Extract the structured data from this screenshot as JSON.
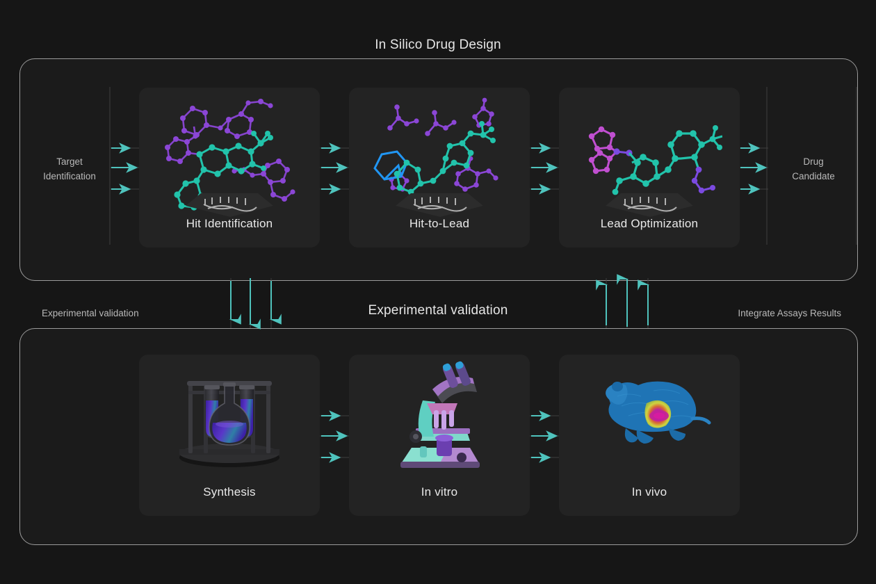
{
  "theme": {
    "background": "#161616",
    "panel_bg": "#1b1b1b",
    "panel_border": "#9b9b9b",
    "card_bg": "#232323",
    "accent_teal": "#4fc3bd",
    "rule_gray": "#4a4a4a",
    "text_primary": "#e9e9e9",
    "text_muted": "#b9b9b9",
    "molecule_teal": "#22c3ab",
    "molecule_purple": "#8b46d6",
    "flask_purple": "#4c2fae",
    "mouse_blue": "#1f74b5",
    "heat_yellow": "#d8d93a",
    "heat_magenta": "#c3219c"
  },
  "titles": {
    "top": "In Silico Drug Design",
    "middle": "Experimental validation"
  },
  "edge_labels": {
    "target_identification": "Target\nIdentification",
    "drug_candidate": "Drug\nCandidate",
    "experimental_validation": "Experimental validation",
    "integrate_assays_results": "Integrate Assays Results"
  },
  "top_row": {
    "cards": [
      {
        "label": "Hit Identification",
        "art": "molecule-cluster"
      },
      {
        "label": "Hit-to-Lead",
        "art": "molecule-fragments"
      },
      {
        "label": "Lead Optimization",
        "art": "molecule-optimized"
      }
    ]
  },
  "bottom_row": {
    "cards": [
      {
        "label": "Synthesis",
        "art": "flask-rack"
      },
      {
        "label": "In vitro",
        "art": "microscope"
      },
      {
        "label": "In vivo",
        "art": "mouse-imaging"
      }
    ]
  },
  "connectors": {
    "horizontal_arrow_rows": 3,
    "vertical_down_arrows": 3,
    "vertical_up_arrows": 3,
    "arrow_color": "#4fc3bd",
    "direction_top_row": "left-to-right",
    "direction_bottom_row": "left-to-right",
    "direction_left_band": "down",
    "direction_right_band": "up"
  }
}
